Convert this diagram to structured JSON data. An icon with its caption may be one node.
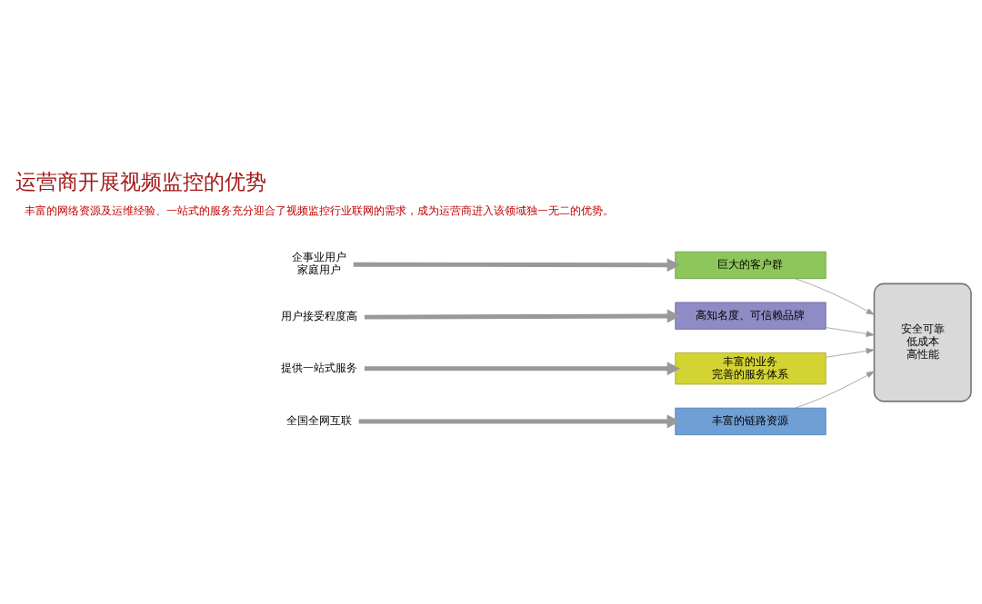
{
  "diagram": {
    "title": "运营商开展视频监控的优势",
    "caption": "丰富的网络资源及运维经验、一站式的服务充分迎合了视频监控行业联网的需求，成为运营商进入该领域独一无二的优势。",
    "nodes": [
      {
        "text": [
          "企事业用户",
          "家庭用户"
        ]
      },
      {
        "text": [
          "用户接受程度高"
        ]
      },
      {
        "text": [
          "提供一站式服务"
        ]
      },
      {
        "text": [
          "全国全网互联"
        ]
      },
      {
        "text": [
          "巨大的客户群"
        ]
      },
      {
        "text": [
          "高知名度、可信赖品牌"
        ]
      },
      {
        "text": [
          "丰富的业务",
          "完善的服务体系"
        ]
      },
      {
        "text": [
          "丰富的链路资源"
        ]
      },
      {
        "text": [
          "安全可靠",
          "低成本",
          "高性能"
        ]
      }
    ],
    "edges": [
      {
        "from": 0,
        "to": 4,
        "arrow": "to",
        "style": "thick"
      },
      {
        "from": 1,
        "to": 5,
        "arrow": "to",
        "style": "thick"
      },
      {
        "from": 2,
        "to": 6,
        "arrow": "to",
        "style": "thick"
      },
      {
        "from": 3,
        "to": 7,
        "arrow": "to",
        "style": "thick"
      },
      {
        "from": 4,
        "to": 8,
        "arrow": "to"
      },
      {
        "from": 5,
        "to": 8,
        "arrow": "to"
      },
      {
        "from": 6,
        "to": 8,
        "arrow": "to"
      },
      {
        "from": 7,
        "to": 8,
        "arrow": "to"
      }
    ]
  }
}
